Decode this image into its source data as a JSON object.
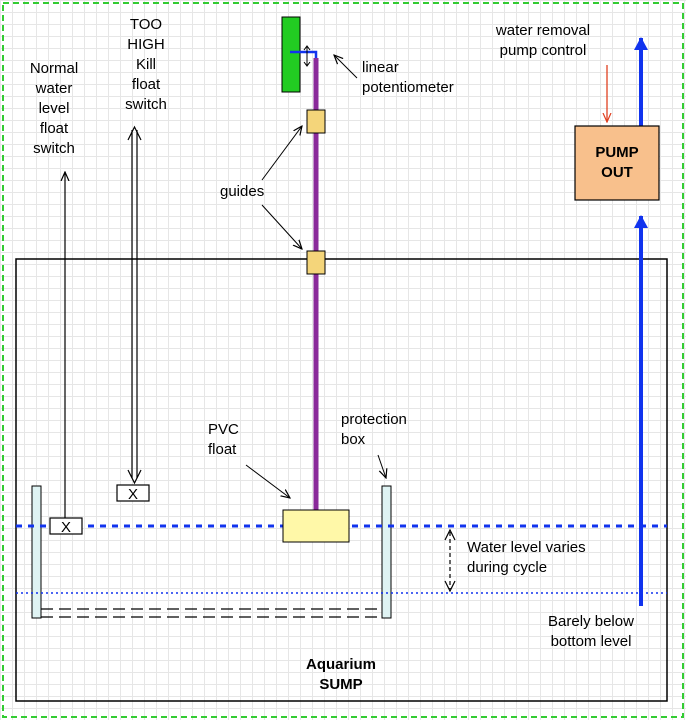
{
  "labels": {
    "normal_switch": "Normal\nwater\nlevel\nfloat\nswitch",
    "kill_switch": "TOO\nHIGH\nKill\nfloat\nswitch",
    "potentiometer": "linear\npotentiometer",
    "guides": "guides",
    "pvc_float": "PVC\nfloat",
    "protection_box": "protection\nbox",
    "water_level": "Water level varies\nduring cycle",
    "barely_below": "Barely below\nbottom level",
    "pump_control": "water removal\npump control",
    "pump": "PUMP\nOUT",
    "sump": "Aquarium\nSUMP"
  },
  "switch_mark": "X",
  "colors": {
    "border_dashed": "#33cc33",
    "pipe": "#1133ee",
    "rod": "#8a2a9a",
    "float_fill": "#fff8a8",
    "guide_fill": "#f4d57a",
    "pump_fill": "#f8c08c",
    "potentiometer": "#22cc22",
    "control_arrow": "#e04020",
    "wall_fill": "#dff3f3"
  }
}
